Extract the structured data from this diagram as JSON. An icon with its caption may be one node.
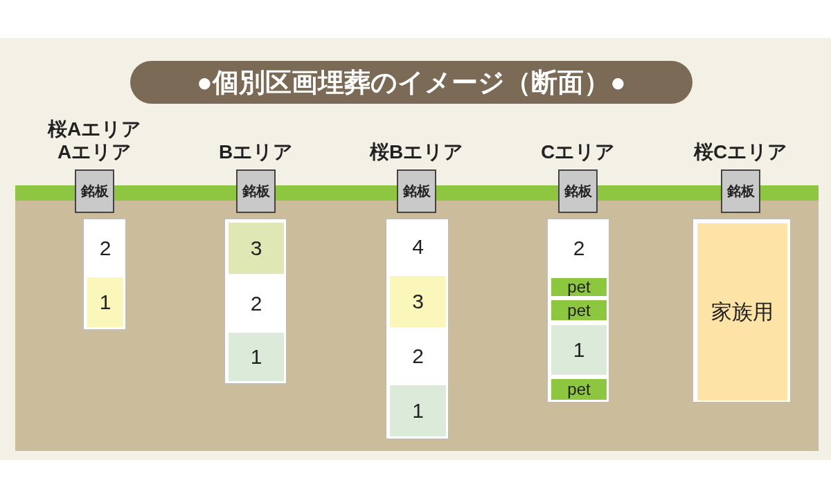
{
  "diagram": {
    "title": "●個別区画埋葬のイメージ（断面）●",
    "nodes": [
      {
        "text": [
          "銘板"
        ],
        "beside": [
          "桜Aエリア",
          "Aエリア"
        ]
      },
      {
        "text": [],
        "shape": "box"
      },
      {
        "text": [
          "2"
        ],
        "in": 1
      },
      {
        "text": [
          "1"
        ],
        "in": 1
      },
      {
        "text": [
          "銘板"
        ],
        "beside": [
          "Bエリア"
        ]
      },
      {
        "text": [],
        "shape": "box"
      },
      {
        "text": [
          "3"
        ],
        "in": 5
      },
      {
        "text": [
          "2"
        ],
        "in": 5
      },
      {
        "text": [
          "1"
        ],
        "in": 5
      },
      {
        "text": [
          "銘板"
        ],
        "beside": [
          "桜Bエリア"
        ]
      },
      {
        "text": [],
        "shape": "box"
      },
      {
        "text": [
          "4"
        ],
        "in": 10
      },
      {
        "text": [
          "3"
        ],
        "in": 10
      },
      {
        "text": [
          "2"
        ],
        "in": 10
      },
      {
        "text": [
          "1"
        ],
        "in": 10
      },
      {
        "text": [
          "銘板"
        ],
        "beside": [
          "Cエリア"
        ]
      },
      {
        "text": [],
        "shape": "box"
      },
      {
        "text": [
          "2"
        ],
        "in": 16
      },
      {
        "text": [
          "pet"
        ],
        "in": 16
      },
      {
        "text": [
          "pet"
        ],
        "in": 16
      },
      {
        "text": [
          "1"
        ],
        "in": 16
      },
      {
        "text": [
          "pet"
        ],
        "in": 16
      },
      {
        "text": [
          "銘板"
        ],
        "beside": [
          "桜Cエリア"
        ]
      },
      {
        "text": [],
        "shape": "box"
      },
      {
        "text": [
          "家族用"
        ],
        "in": 23
      }
    ]
  }
}
